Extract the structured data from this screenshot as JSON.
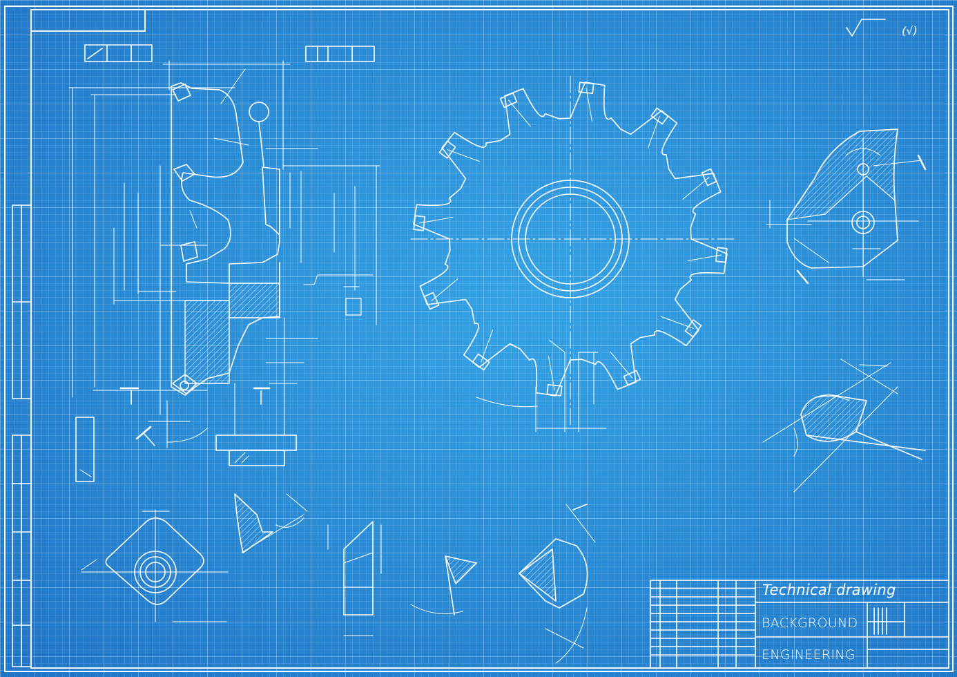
{
  "title_block": {
    "title": "Technical drawing",
    "row2": "BACKGROUND",
    "row3": "ENGINEERING"
  },
  "roughness_mark": "(√)",
  "colors": {
    "background": "#2b8fd8",
    "line": "#ffffff",
    "grid": "rgba(255,255,255,0.12)"
  }
}
